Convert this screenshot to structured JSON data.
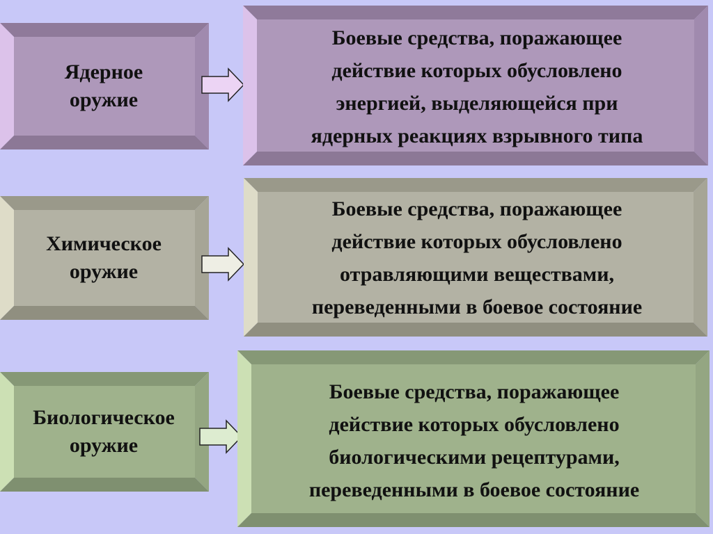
{
  "rows": [
    {
      "term": "Ядерное\nоружие",
      "definition": "Боевые средства, поражающее\nдействие которых обусловлено\nэнергией, выделяющейся при\nядерных реакциях взрывного типа",
      "colors": {
        "face": "#ae98ba",
        "light": "#dcc2ea",
        "top": "#8f7a9a",
        "dark": "#8c7896",
        "shade": "#a08aae",
        "arrowFill": "#ecd4f4"
      }
    },
    {
      "term": "Химическое\nоружие",
      "definition": "Боевые средства, поражающее\nдействие которых обусловлено\nотравляющими веществами,\nпереведенными в боевое состояние",
      "colors": {
        "face": "#b3b2a4",
        "light": "#dedcc8",
        "top": "#9a998a",
        "dark": "#908f80",
        "shade": "#a6a596",
        "arrowFill": "#eeeee4"
      }
    },
    {
      "term": "Биологическое\nоружие",
      "definition": "Боевые средства, поражающее\nдействие которых обусловлено\nбиологическими рецептурами,\nпереведенными в боевое состояние",
      "colors": {
        "face": "#9fb28c",
        "light": "#cce0b4",
        "top": "#869876",
        "dark": "#7f9070",
        "shade": "#94a682",
        "arrowFill": "#ddecd0"
      }
    }
  ]
}
